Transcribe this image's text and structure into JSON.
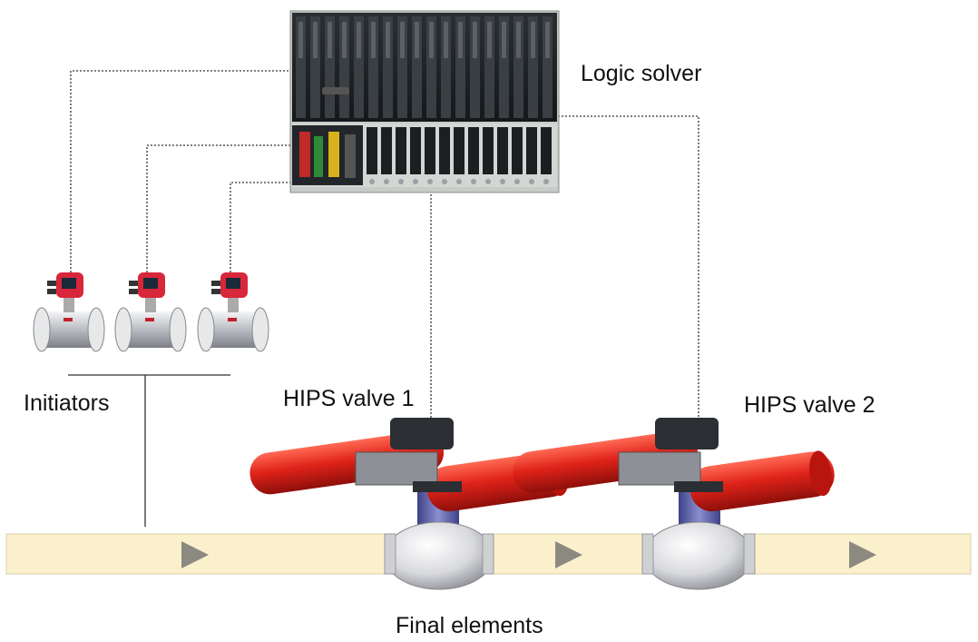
{
  "labels": {
    "logic_solver": "Logic solver",
    "initiators": "Initiators",
    "hips_valve_1": "HIPS valve 1",
    "hips_valve_2": "HIPS valve 2",
    "final_elements": "Final elements"
  },
  "colors": {
    "pipe_fill": "#fbf0cc",
    "pipe_stroke": "#d9cfa8",
    "flow_arrow": "#8c8a80",
    "actuator_red": "#e0231a",
    "valve_body": "#dcdde0",
    "valve_stem": "#6a6fb0",
    "rack_dark": "#1f2326",
    "transmitter_head": "#d8263a",
    "line": "#333333"
  },
  "icons": {
    "transmitters": "flow-transmitter-icon",
    "rack": "logic-solver-rack-icon",
    "valves": "hips-valve-icon",
    "flow_arrows": "flow-direction-arrow-icon"
  }
}
